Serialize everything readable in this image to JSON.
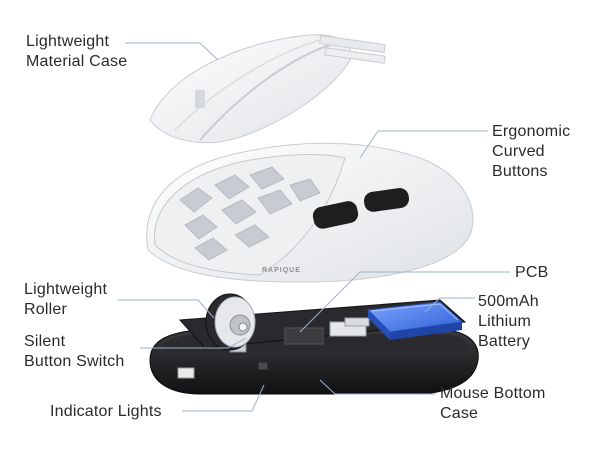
{
  "brand_mark": "RAPIQUE",
  "labels": {
    "material_case": [
      "Lightweight",
      "Material Case"
    ],
    "ergonomic": [
      "Ergonomic",
      "Curved",
      "Buttons"
    ],
    "roller": [
      "Lightweight",
      "Roller"
    ],
    "pcb": [
      "PCB"
    ],
    "battery": [
      "500mAh",
      "Lithium",
      "Battery"
    ],
    "switch": [
      "Silent",
      "Button Switch"
    ],
    "indicator": [
      "Indicator Lights"
    ],
    "bottom_case": [
      "Mouse Bottom",
      "Case"
    ]
  },
  "colors": {
    "leader_line": "#9fb3cc",
    "battery_blue": "#3b6fe0",
    "shell_white": "#f4f5f7",
    "base_black": "#1c1c1e"
  }
}
